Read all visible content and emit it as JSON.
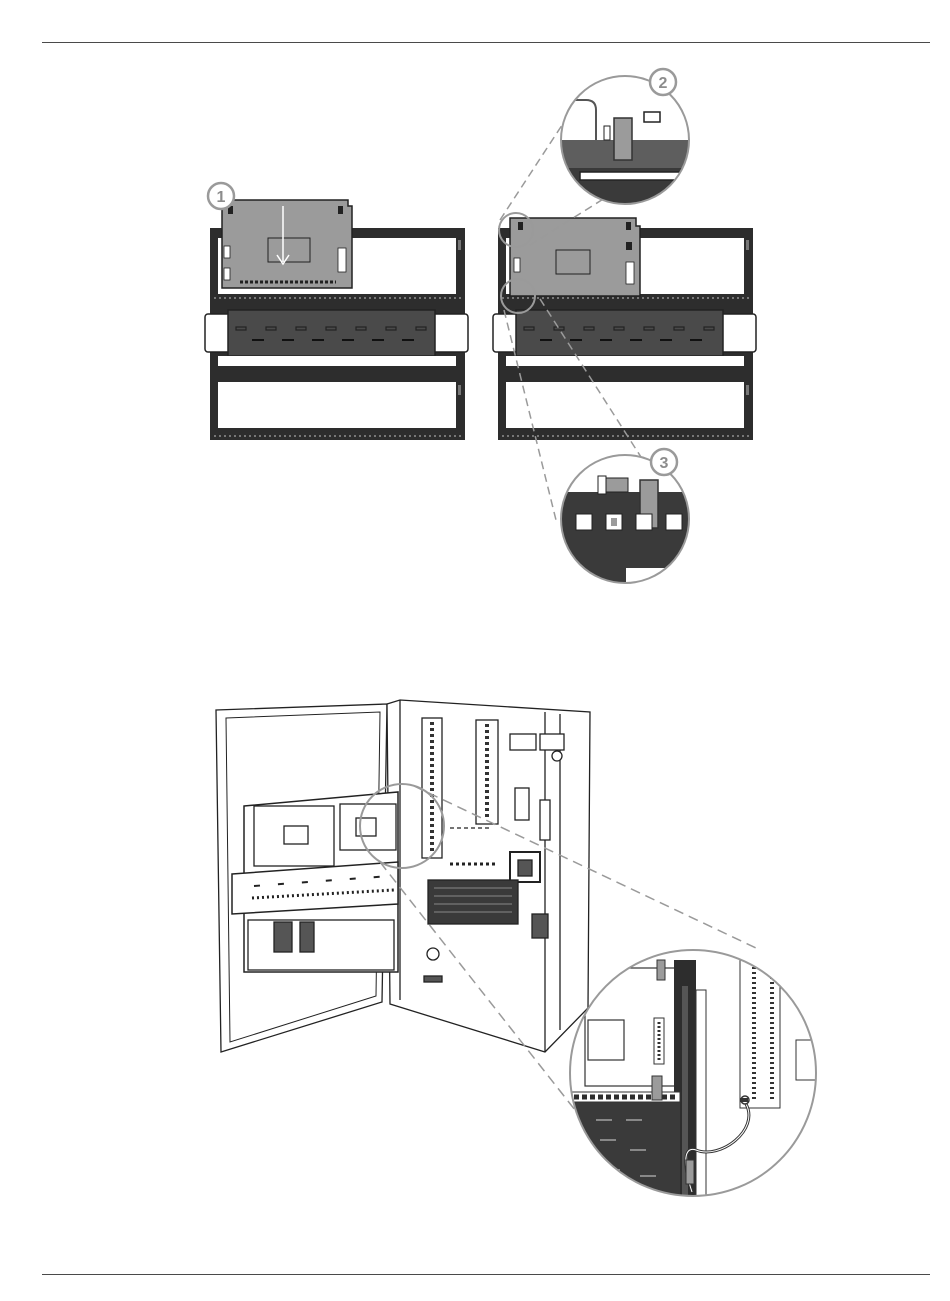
{
  "figure_top": {
    "callouts": [
      {
        "id": "callout-1",
        "label": "1"
      },
      {
        "id": "callout-2",
        "label": "2"
      },
      {
        "id": "callout-3",
        "label": "3"
      }
    ]
  },
  "figure_bottom": {
    "description_icons": [
      "cabinet",
      "mounting-rail",
      "control-panel",
      "ground-wire"
    ]
  },
  "colors": {
    "frame": "#2d2d2d",
    "panel": "#6e6e6e",
    "board": "#9b9b9b",
    "callout": "#9a9a9a",
    "line": "#222222"
  }
}
